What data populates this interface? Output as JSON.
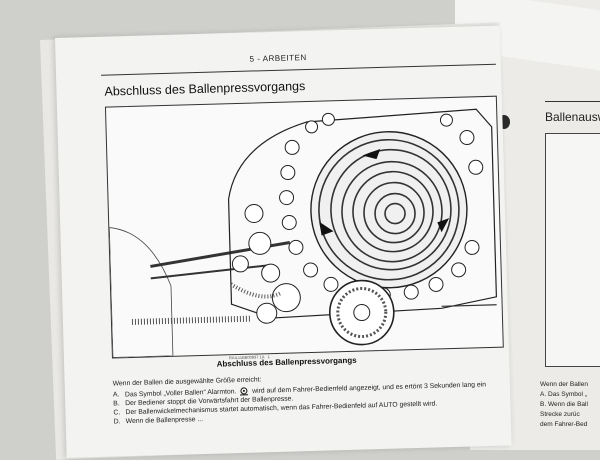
{
  "page_header": "5 - ARBEITEN",
  "section_title": "Abschluss des Ballenpressvorgangs",
  "figure": {
    "id_label": "RAIL11BB00897 1A",
    "page_ref": "1",
    "caption": "Abschluss des Ballenpressvorgangs"
  },
  "body": {
    "intro": "Wenn der Ballen die ausgewählte Größe erreicht:",
    "items": [
      {
        "marker": "A.",
        "text": "Das Symbol „Voller Ballen“ Alarmton.",
        "suffix": "wird auf dem Fahrer-Bedienfeld angezeigt, und es ertönt 3 Sekunden lang ein",
        "icon": "full-bale-alarm-icon"
      },
      {
        "marker": "B.",
        "text": "Der Bediener stoppt die Vorwärtsfahrt der Ballenpresse."
      },
      {
        "marker": "C.",
        "text": "Der Ballenwickelmechanismus startet automatisch, wenn das Fahrer-Bedienfeld auf AUTO gestellt wird."
      },
      {
        "marker": "D.",
        "text": "Wenn die Ballenpresse ..."
      }
    ]
  },
  "right_page": {
    "title": "Ballenausw",
    "intro": "Wenn der Ballen",
    "items": [
      "A.  Das Symbol „",
      "B.  Wenn die Ball",
      "Strecke zurüc",
      "dem Fahrer-Bed"
    ]
  },
  "colors": {
    "paper": "#f3f3f1",
    "ink": "#111111",
    "background": "#cfcfcc"
  }
}
